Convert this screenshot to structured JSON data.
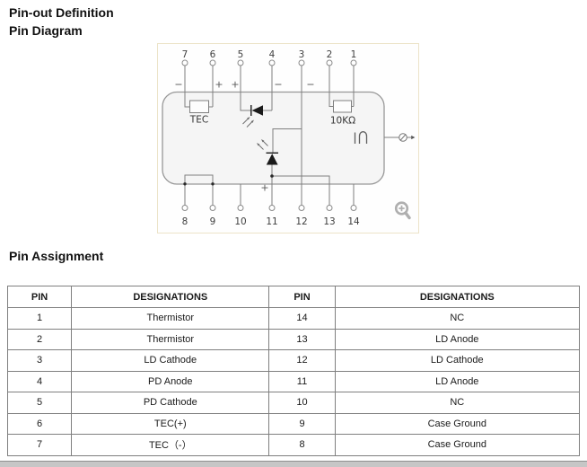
{
  "headings": {
    "title": "Pin-out Definition",
    "subtitle": "Pin Diagram",
    "assignment": "Pin Assignment"
  },
  "diagram": {
    "top_pins": [
      "7",
      "6",
      "5",
      "4",
      "3",
      "2",
      "1"
    ],
    "bottom_pins": [
      "8",
      "9",
      "10",
      "11",
      "12",
      "13",
      "14"
    ],
    "component_labels": {
      "tec": "TEC",
      "thermistor_resistor": "10KΩ"
    },
    "polarity": {
      "pin7": "−",
      "pin6": "+",
      "pin5": "+",
      "pin4": "−",
      "pin3": "−",
      "pin11": "+"
    }
  },
  "pin_table": {
    "headers": [
      "PIN",
      "DESIGNATIONS",
      "PIN",
      "DESIGNATIONS"
    ],
    "rows": [
      [
        "1",
        "Thermistor",
        "14",
        "NC"
      ],
      [
        "2",
        "Thermistor",
        "13",
        "LD Anode"
      ],
      [
        "3",
        "LD Cathode",
        "12",
        "LD Cathode"
      ],
      [
        "4",
        "PD Anode",
        "11",
        "LD Anode"
      ],
      [
        "5",
        "PD Cathode",
        "10",
        "NC"
      ],
      [
        "6",
        "TEC(+)",
        "9",
        "Case Ground"
      ],
      [
        "7",
        "TEC（-）",
        "8",
        "Case Ground"
      ]
    ]
  },
  "colors": {
    "wire": "#7f7f7f",
    "package_fill": "#f5f5f5",
    "table_border": "#7f7f7f",
    "frame_border": "#ece3c8",
    "scrollbar": "#c6c6c6"
  }
}
